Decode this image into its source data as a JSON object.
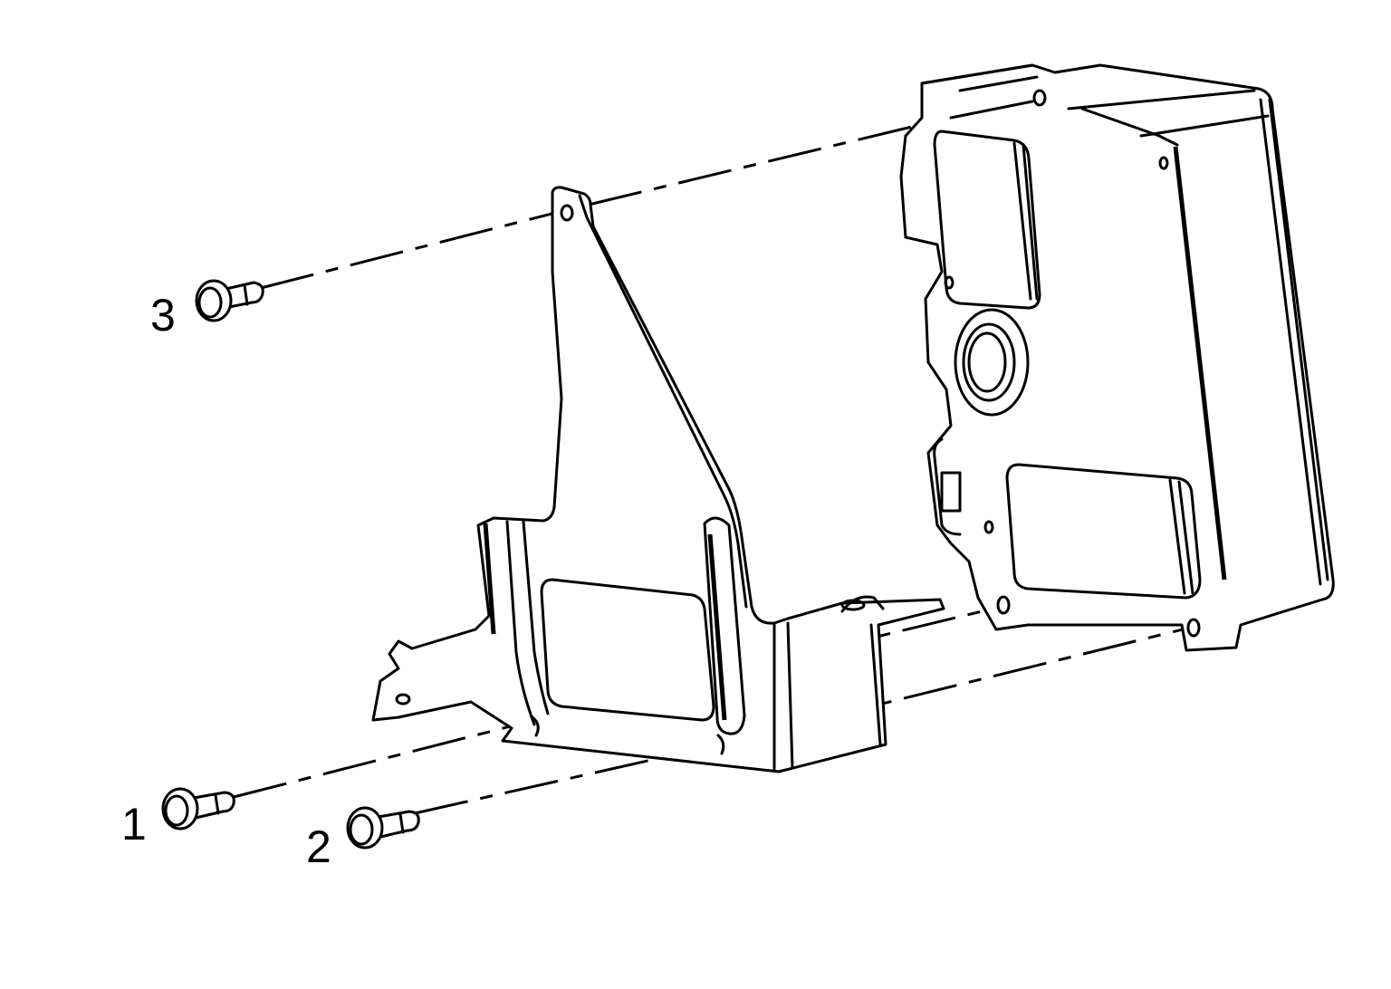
{
  "diagram": {
    "type": "exploded-view installation illustration",
    "background_color": "#ffffff",
    "line_color": "#000000",
    "callouts": [
      {
        "id": "1",
        "label": "1",
        "part": "bolt (lower left)"
      },
      {
        "id": "2",
        "label": "2",
        "part": "bolt (lower right)"
      },
      {
        "id": "3",
        "label": "3",
        "part": "bolt (upper)"
      }
    ],
    "components": [
      "mounting-bracket",
      "electronic-control-module",
      "bolt-1",
      "bolt-2",
      "bolt-3"
    ]
  }
}
